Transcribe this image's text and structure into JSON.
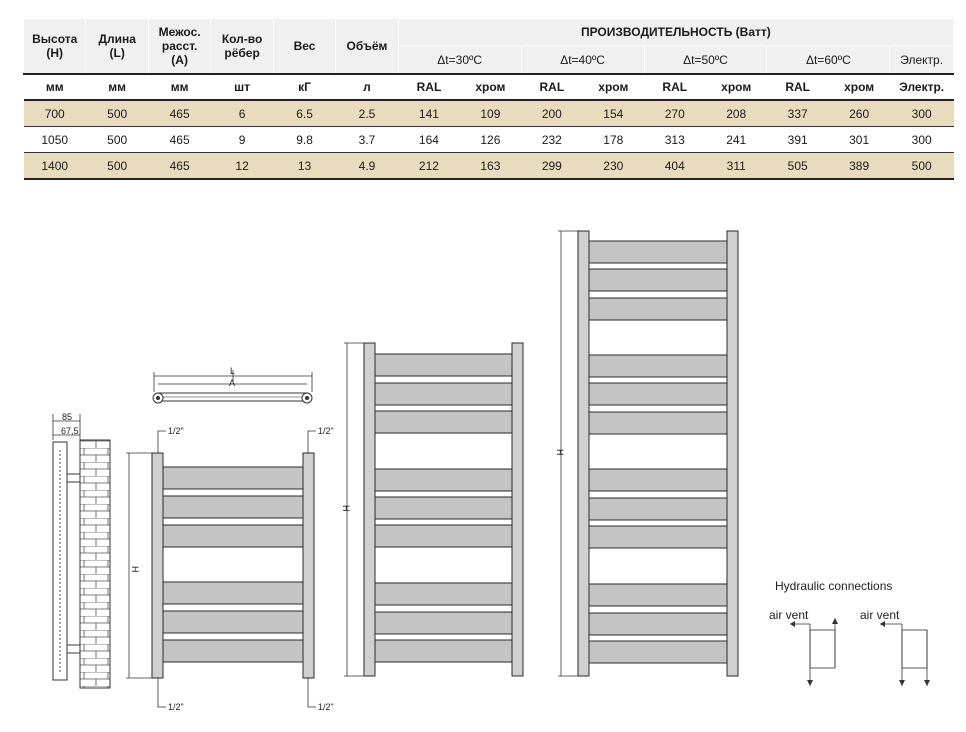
{
  "table": {
    "headers": {
      "height": "Высота\n(H)",
      "length": "Длина\n(L)",
      "spacing": "Межос.\nрасст.\n(A)",
      "ribs": "Кол-во\nрёбер",
      "weight": "Вес",
      "volume": "Объём",
      "performance": "ПРОИЗВОДИТЕЛЬНОСТЬ (Ватт)",
      "dt30": "Δt=30ºC",
      "dt40": "Δt=40ºC",
      "dt50": "Δt=50ºC",
      "dt60": "Δt=60ºC",
      "electric": "Электр."
    },
    "subheaders": [
      "RAL",
      "хром",
      "RAL",
      "хром",
      "RAL",
      "хром",
      "RAL",
      "хром",
      "Электр."
    ],
    "units": [
      "мм",
      "мм",
      "мм",
      "шт",
      "кГ",
      "л",
      "RAL",
      "хром",
      "RAL",
      "хром",
      "RAL",
      "хром",
      "RAL",
      "хром",
      "Электр."
    ],
    "rows": [
      [
        "700",
        "500",
        "465",
        "6",
        "6.5",
        "2.5",
        "141",
        "109",
        "200",
        "154",
        "270",
        "208",
        "337",
        "260",
        "300"
      ],
      [
        "1050",
        "500",
        "465",
        "9",
        "9.8",
        "3.7",
        "164",
        "126",
        "232",
        "178",
        "313",
        "241",
        "391",
        "301",
        "300"
      ],
      [
        "1400",
        "500",
        "465",
        "12",
        "13",
        "4.9",
        "212",
        "163",
        "299",
        "230",
        "404",
        "311",
        "505",
        "389",
        "500"
      ]
    ]
  },
  "drawing": {
    "side_dim_outer": "85",
    "side_dim_inner": "67,5",
    "top_dim_a": "A",
    "top_dim_l": "L",
    "pipe_top_left": "1/2\"",
    "pipe_top_right": "1/2\"",
    "pipe_bottom_left": "1/2\"",
    "pipe_bottom_right": "1/2\"",
    "height_label": "H",
    "hydraulic_title": "Hydraulic connections",
    "air_vent_left": "air vent",
    "air_vent_right": "air vent"
  },
  "colors": {
    "tan_row": "#e9dbbd",
    "header_bg": "#f0f0f0",
    "bar_fill": "#c4c4c4",
    "outline": "#2a2a2a"
  }
}
